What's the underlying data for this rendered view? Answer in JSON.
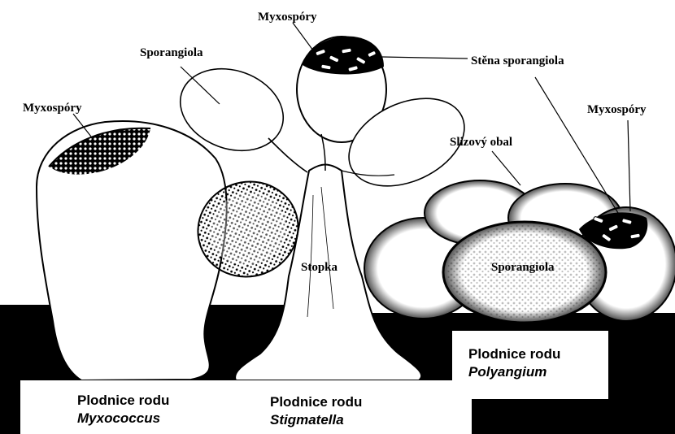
{
  "labels": {
    "myxospory_center": "Myxospóry",
    "sporangiola_top": "Sporangiola",
    "myxospory_left": "Myxospóry",
    "stena": "Stěna sporangiola",
    "myxospory_right": "Myxospóry",
    "slizovy_obal": "Slizový obal",
    "stopka": "Stopka",
    "sporangiola_right": "Sporangiola"
  },
  "captions": {
    "myxococcus": {
      "prefix": "Plodnice rodu",
      "genus": "Myxococcus"
    },
    "stigmatella": {
      "prefix": "Plodnice rodu",
      "genus": "Stigmatella"
    },
    "polyangium": {
      "prefix": "Plodnice rodu",
      "genus": "Polyangium"
    }
  },
  "colors": {
    "ink": "#000000",
    "paper": "#ffffff"
  }
}
